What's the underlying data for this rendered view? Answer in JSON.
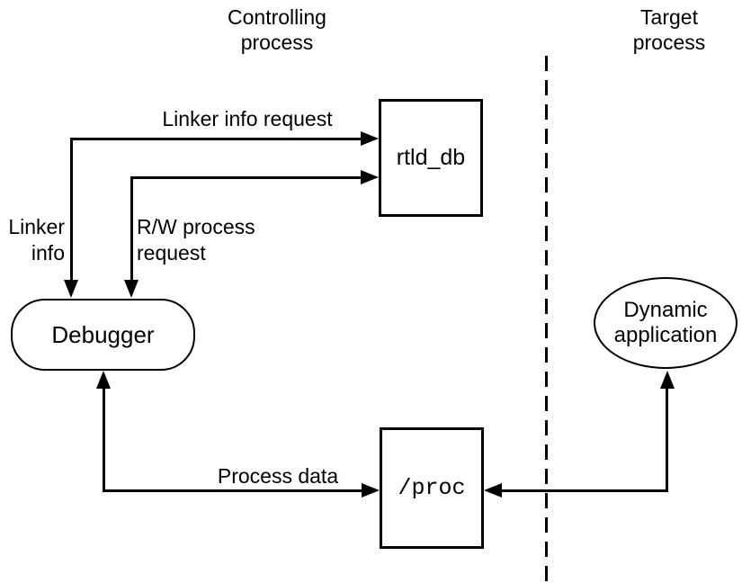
{
  "titles": {
    "controlling": "Controlling\nprocess",
    "target": "Target\nprocess"
  },
  "nodes": {
    "rtld_db": {
      "label": "rtld_db",
      "shape": "rectangle"
    },
    "debugger": {
      "label": "Debugger",
      "shape": "rounded-rectangle"
    },
    "proc": {
      "label": "/proc",
      "shape": "rectangle"
    },
    "dynamic_application": {
      "label": "Dynamic\napplication",
      "shape": "ellipse"
    }
  },
  "edges": {
    "linker_info_request": {
      "label": "Linker info request",
      "from": "Debugger",
      "to": "rtld_db",
      "arrowhead": "right"
    },
    "linker_info": {
      "label": "Linker\ninfo",
      "from": "rtld_db",
      "to": "Debugger",
      "arrowhead": "down"
    },
    "rw_process_request": {
      "label": "R/W process\nrequest",
      "from": "Debugger",
      "to": "rtld_db",
      "arrowhead": "right-and-down"
    },
    "process_data": {
      "label": "Process data",
      "from": "/proc",
      "to": "Debugger",
      "arrowhead": "up-and-right"
    },
    "dynamic_to_proc": {
      "label": "",
      "from": "Dynamic application",
      "to": "/proc",
      "arrowhead": "up-and-left"
    }
  },
  "divider": {
    "style": "dashed-vertical",
    "separates": [
      "Controlling process",
      "Target process"
    ]
  },
  "colors": {
    "background": "#ffffff",
    "line": "#000000",
    "text": "#000000"
  }
}
